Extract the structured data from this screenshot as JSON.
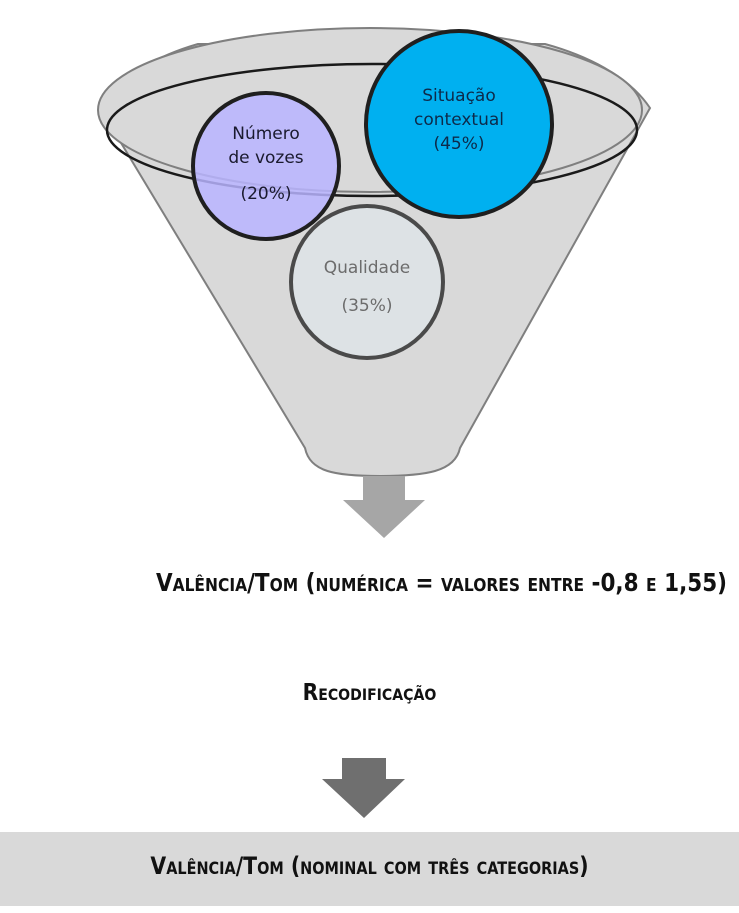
{
  "funnel": {
    "fill": "#d9d9d9",
    "stroke": "#7f7f7f",
    "rim_stroke": "#1a1a1a"
  },
  "circles": {
    "numero": {
      "line1": "Número",
      "line2": "de vozes",
      "percent": "(20%)",
      "fill": "#b9b4ff",
      "stroke": "#1f1f1f"
    },
    "situacao": {
      "line1": "Situação",
      "line2": "contextual",
      "percent": "(45%)",
      "fill": "#00b0f0",
      "stroke": "#1f1f1f"
    },
    "qualidade": {
      "line1": "Qualidade",
      "percent": "(35%)",
      "fill": "#dde3e6",
      "stroke": "#4a4a4a"
    }
  },
  "arrows": {
    "arrow1_color": "#a6a6a6",
    "arrow2_color": "#6f6f6f"
  },
  "valencia_numerica": "Valência/Tom (numérica = valores entre -0,8 e 1,55)",
  "recodificacao": "Recodificação",
  "valencia_nominal": "Valência/Tom (nominal com três categorias)"
}
